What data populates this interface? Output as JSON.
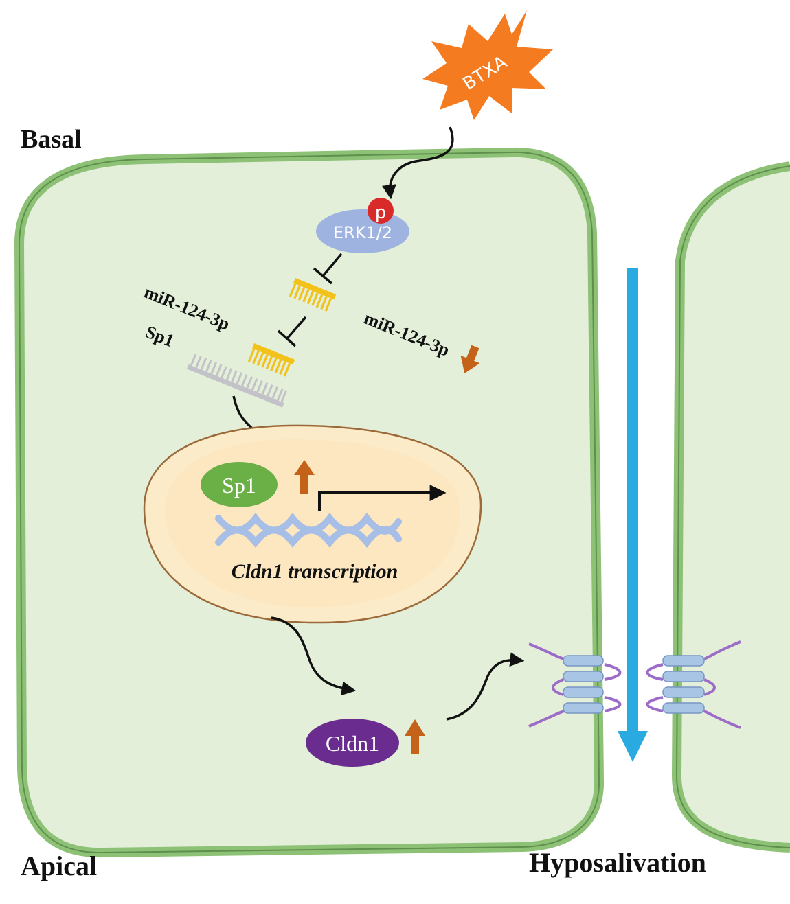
{
  "labels": {
    "basal": "Basal",
    "apical": "Apical",
    "hyposalivation": "Hyposalivation",
    "btxa": "BTXA",
    "phospho": "p",
    "erk": "ERK1/2",
    "mir_left": "miR-124-3p",
    "sp1_mrna": "Sp1",
    "mir_right": "miR-124-3p",
    "sp1_protein": "Sp1",
    "transcription": "Cldn1 transcription",
    "cldn1": "Cldn1"
  },
  "colors": {
    "cell_fill": "#e3efd9",
    "cell_border": "#8cc176",
    "nucleus_fill": "#fcebc8",
    "nucleus_border": "#9c6a3a",
    "btxa": "#f47b20",
    "phospho": "#d92a2a",
    "erk": "#9fb3e0",
    "mirna": "#f2c21a",
    "mrna": "#c2c2c8",
    "sp1": "#6bb047",
    "cldn1": "#6a2d8f",
    "up_arrow": "#c4621a",
    "down_arrow": "#c4621a",
    "dna": "#a7bfe6",
    "flow_arrow": "#29abe2",
    "junction": "#9c6cc8"
  },
  "icons": {
    "btxa": "starburst",
    "up": "up-arrow",
    "down": "down-arrow",
    "inhibit": "t-bar-inhibition"
  }
}
